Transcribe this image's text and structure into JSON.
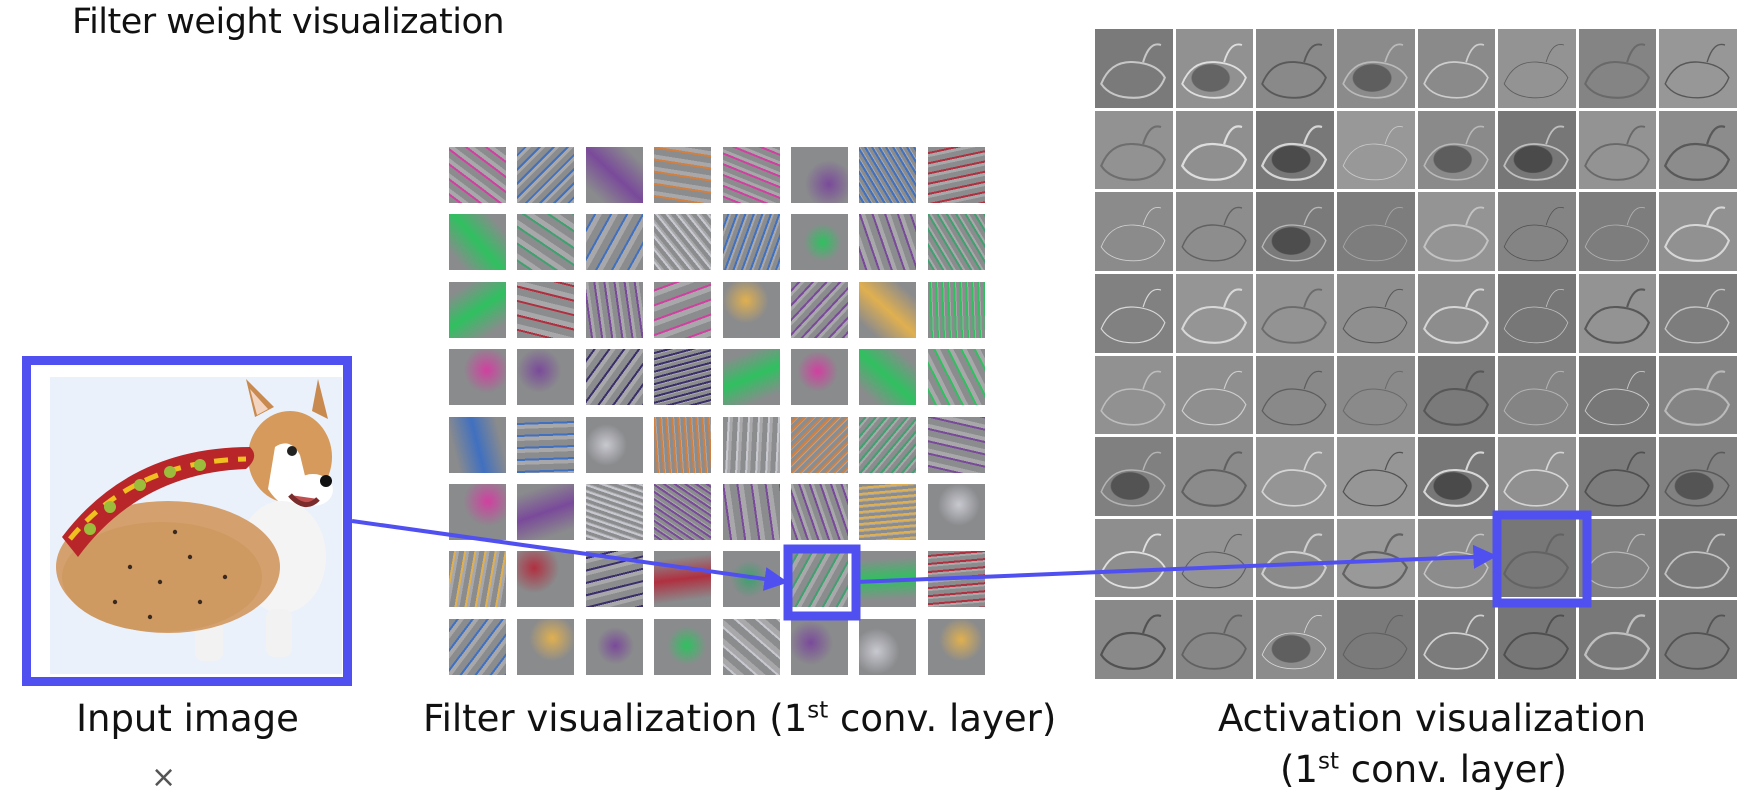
{
  "title": "Filter weight visualization",
  "captions": {
    "input": "Input image",
    "filter_main": "Filter visualization (1",
    "filter_sup": "st",
    "filter_end": " conv. layer)",
    "activation_line1": "Activation visualization",
    "activation_line2_start": "(1",
    "activation_sup": "st",
    "activation_line2_end": " conv. layer)"
  },
  "operator_symbol": "×",
  "colors": {
    "highlight": "#5050F0",
    "filter_bg": "#888a8c",
    "activation_bg": "#8e8e8e"
  },
  "grids": {
    "filters": {
      "rows": 8,
      "cols": 8,
      "highlighted": {
        "row": 6,
        "col": 5
      }
    },
    "activations": {
      "rows": 8,
      "cols": 8,
      "highlighted": {
        "row": 6,
        "col": 5
      }
    }
  }
}
